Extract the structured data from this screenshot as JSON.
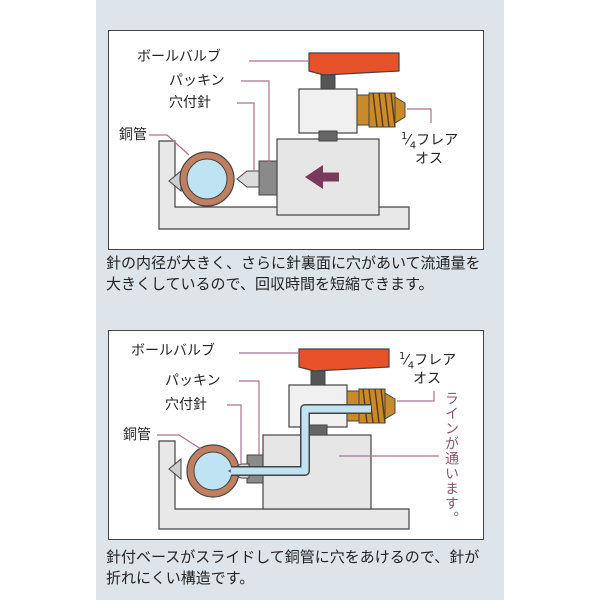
{
  "panel1": {
    "labels": {
      "ball_valve": "ボールバルブ",
      "packing": "パッキン",
      "needle": "穴付針",
      "copper_pipe": "銅管",
      "flare_num": "1",
      "flare_den": "4",
      "flare_line1_text": "フレア",
      "flare_line2": "オス"
    },
    "caption": "針の内径が大きく、さらに針裏面に穴があいて流通量を大きくしているので、回収時間を短縮できます。"
  },
  "panel2": {
    "labels": {
      "ball_valve": "ボールバルブ",
      "packing": "パッキン",
      "needle": "穴付針",
      "copper_pipe": "銅管",
      "flare_num": "1",
      "flare_den": "4",
      "flare_line1_text": "フレア",
      "flare_line2": "オス",
      "line_note": "ラインが通います。"
    },
    "caption": "針付ベースがスライドして銅管に穴をあけるので、針が折れにくい構造です。"
  },
  "colors": {
    "handle": "#e8522a",
    "fitting": "#c98a2c",
    "pipe_ring": "#c08060",
    "pipe_fill": "#bfe3f2",
    "body": "#e6e6e6",
    "arrow": "#7a3a5c",
    "leader": "#b0708e",
    "flow_line": "#bfe3f2"
  }
}
